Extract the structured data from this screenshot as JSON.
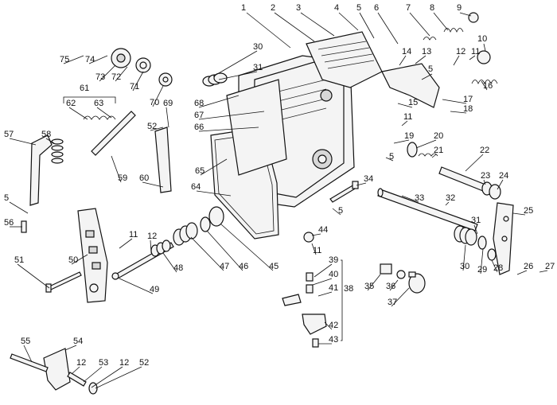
{
  "labels": [
    "1",
    "2",
    "3",
    "4",
    "5",
    "6",
    "7",
    "8",
    "9",
    "10",
    "11",
    "12",
    "13",
    "14",
    "15",
    "16",
    "17",
    "18",
    "19",
    "20",
    "21",
    "22",
    "23",
    "24",
    "25",
    "26",
    "27",
    "28",
    "29",
    "30",
    "31",
    "32",
    "33",
    "34",
    "35",
    "36",
    "37",
    "38",
    "39",
    "40",
    "41",
    "42",
    "43",
    "44",
    "45",
    "46",
    "47",
    "48",
    "49",
    "50",
    "51",
    "52",
    "53",
    "54",
    "55",
    "56",
    "57",
    "58",
    "59",
    "60",
    "61",
    "62",
    "63",
    "64",
    "65",
    "66",
    "67",
    "68",
    "69",
    "70",
    "71",
    "72",
    "73",
    "74",
    "75"
  ]
}
